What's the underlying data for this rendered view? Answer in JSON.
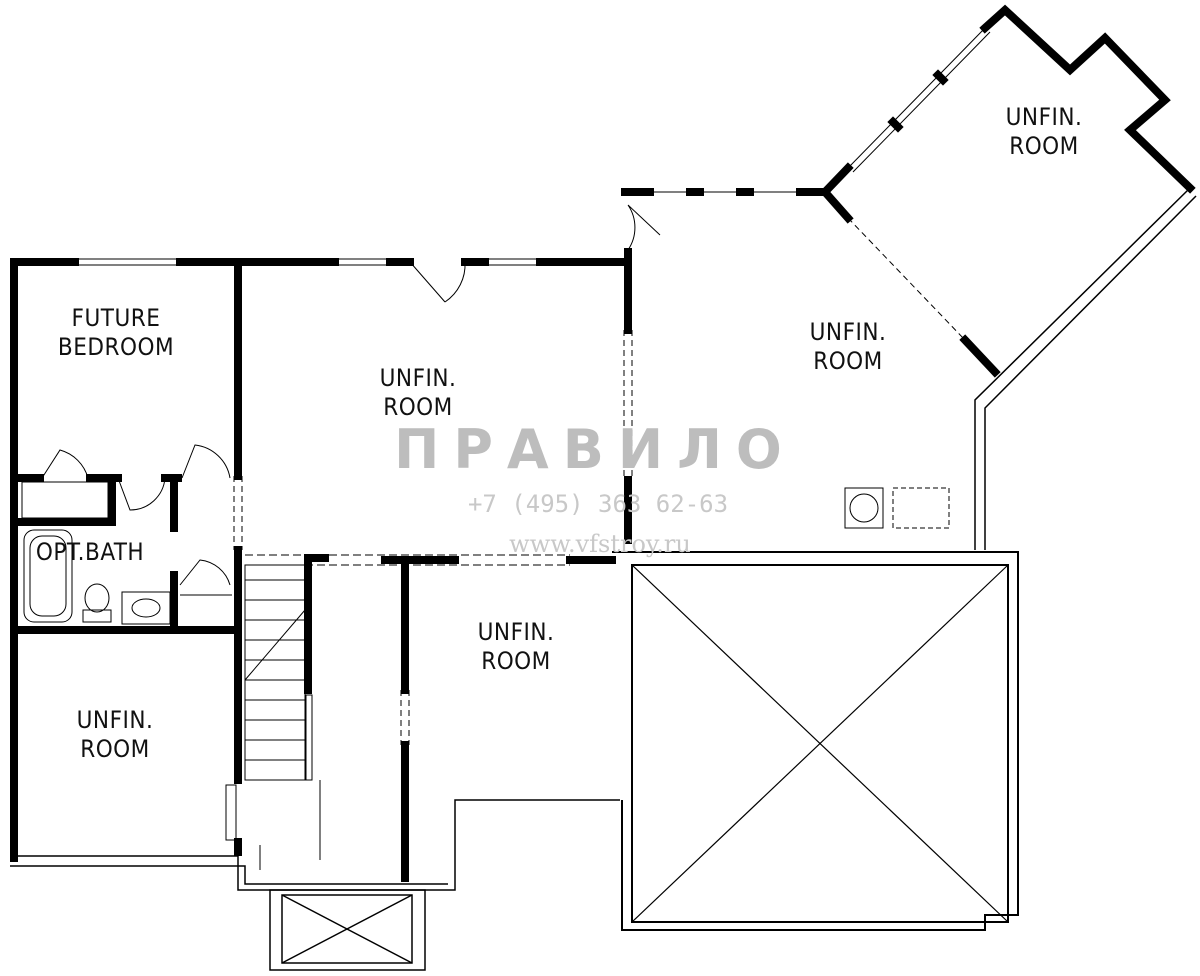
{
  "rooms": [
    {
      "id": "future-bedroom",
      "label": "FUTURE\nBEDROOM"
    },
    {
      "id": "unfin-room-center",
      "label": "UNFIN.\nROOM"
    },
    {
      "id": "unfin-room-right",
      "label": "UNFIN.\nROOM"
    },
    {
      "id": "unfin-room-top-right",
      "label": "UNFIN.\nROOM"
    },
    {
      "id": "opt-bath",
      "label": "OPT.BATH"
    },
    {
      "id": "unfin-room-lower-center",
      "label": "UNFIN.\nROOM"
    },
    {
      "id": "unfin-room-lower-left",
      "label": "UNFIN.\nROOM"
    }
  ],
  "watermark": {
    "logo": "ПРАВИЛО",
    "phone": "+7 (495) 363 62-63",
    "url": "www.vfstroy.ru"
  }
}
